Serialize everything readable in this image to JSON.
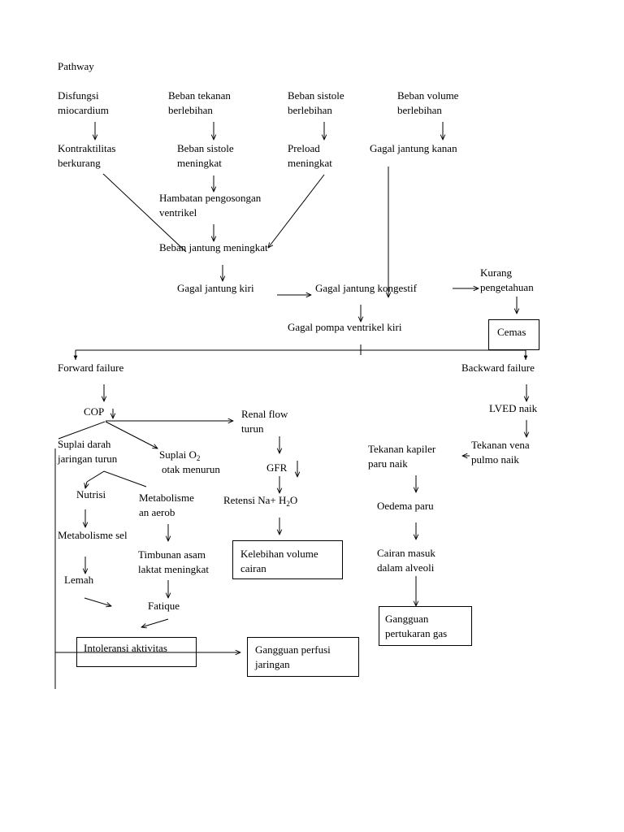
{
  "title": "Pathway",
  "nodes": {
    "disfungsi": "Disfungsi\nmiocardium",
    "beban_tekanan": "Beban tekanan\nberlebihan",
    "beban_sistole_berlebihan": "Beban sistole\nberlebihan",
    "beban_volume": "Beban volume\nberlebihan",
    "kontraktilitas": "Kontraktilitas\nberkurang",
    "beban_sistole_meningkat": "Beban sistole\nmeningkat",
    "preload": "Preload\nmeningkat",
    "gagal_kanan": "Gagal jantung kanan",
    "hambatan": "Hambatan pengosongan\nventrikel",
    "beban_jantung": "Beban jantung meningkat",
    "gagal_kiri": "Gagal jantung kiri",
    "gagal_kongestif": "Gagal jantung kongestif",
    "kurang_pengetahuan": "Kurang\npengetahuan",
    "cemas": "Cemas",
    "gagal_pompa": "Gagal pompa ventrikel kiri",
    "forward_failure": "Forward failure",
    "backward_failure": "Backward failure",
    "cop": "COP",
    "renal_flow": "Renal flow\nturun",
    "lved": "LVED naik",
    "suplai_darah": "Suplai darah\njaringan turun",
    "suplai_o2_pre": "Suplai O",
    "suplai_o2_sub": "2",
    "suplai_o2_post": "otak menurun",
    "gfr": "GFR",
    "tekanan_kapiler": "Tekanan kapiler\nparu naik",
    "tekanan_vena": "Tekanan vena\npulmo naik",
    "nutrisi": "Nutrisi",
    "metabolisme_aerob": "Metabolisme\nan aerob",
    "retensi_pre": "Retensi Na",
    "retensi_mid": "+ H",
    "retensi_sub": "2",
    "retensi_post": "O",
    "oedema": "Oedema paru",
    "metabolisme_sel": "Metabolisme sel",
    "timbunan": "Timbunan asam\nlaktat meningkat",
    "kelebihan_volume": "Kelebihan volume\ncairan",
    "cairan_masuk": "Cairan masuk\ndalam alveoli",
    "lemah": "Lemah",
    "fatique": "Fatique",
    "gangguan_pertukaran": "Gangguan\npertukaran gas",
    "intoleransi": "Intoleransi aktivitas",
    "gangguan_perfusi": "Gangguan perfusi\njaringan"
  }
}
